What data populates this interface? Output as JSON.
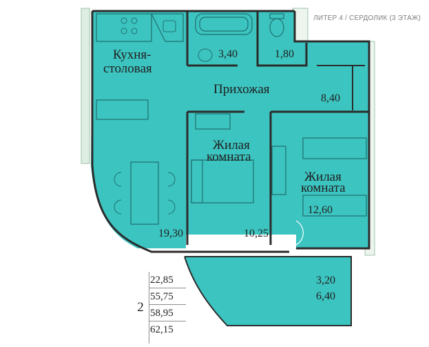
{
  "header": {
    "text": "ЛИТЕР 4 / СЕРДОЛИК (3 ЭТАЖ)"
  },
  "colors": {
    "floor": "#3cc4c0",
    "balcony": "#3cc4c0",
    "wall": "#2b2b2b",
    "furniture": "#1f6f6e",
    "window": "#9cc3a8"
  },
  "rooms": {
    "kitchen": {
      "label_line1": "Кухня-",
      "label_line2": "столовая",
      "area": "19,30"
    },
    "bathroom": {
      "area": "3,40"
    },
    "toilet": {
      "area": "1,80"
    },
    "hallway": {
      "label": "Прихожая",
      "area": "8,40"
    },
    "bedroom1": {
      "label_line1": "Жилая",
      "label_line2": "комната",
      "area": "10,25"
    },
    "bedroom2": {
      "label_line1": "Жилая",
      "label_line2": "комната",
      "area": "12,60"
    },
    "balcony": {
      "area1": "3,20",
      "area2": "6,40"
    }
  },
  "summary": {
    "rooms_count": "2",
    "values": [
      "22,85",
      "55,75",
      "58,95",
      "62,15"
    ]
  },
  "icons": [
    "stove-icon",
    "sink-icon",
    "bathtub-icon",
    "toilet-icon",
    "bed-icon",
    "table-icon",
    "chair-icon",
    "wardrobe-icon",
    "door-icon"
  ]
}
